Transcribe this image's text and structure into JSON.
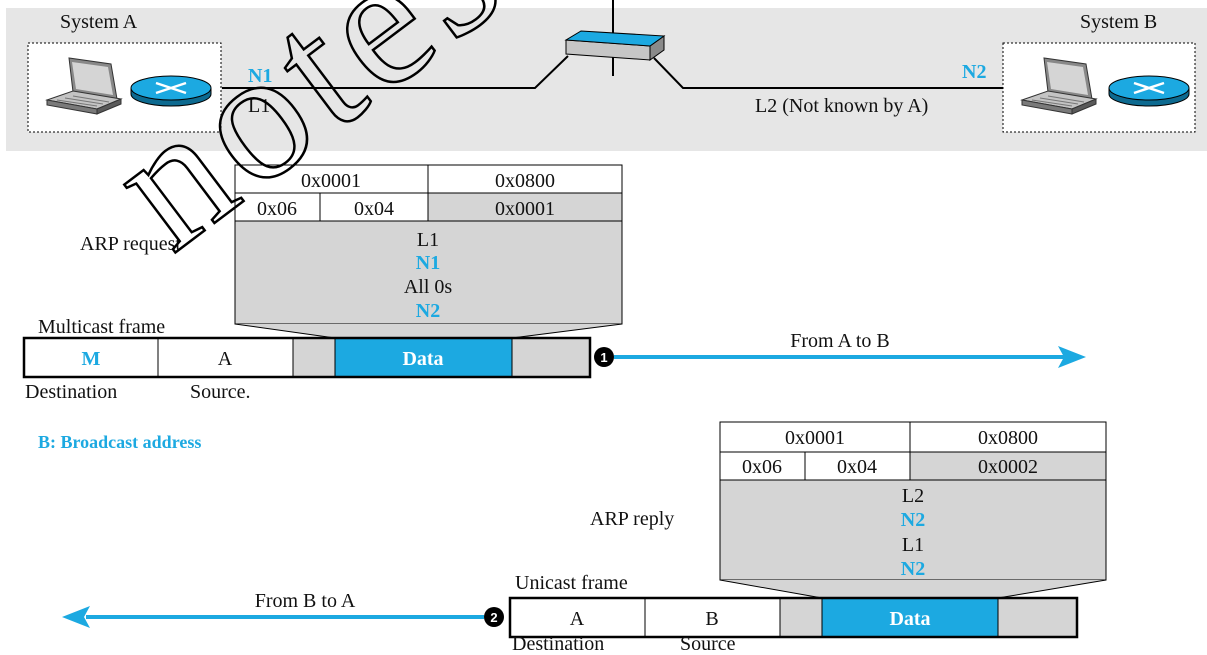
{
  "colors": {
    "accent": "#1ca9e1",
    "cell_gray": "#d5d5d5",
    "band_gray": "#e6e6e6"
  },
  "icons": {
    "laptop": "laptop-icon",
    "router": "router-icon",
    "switch": "switch-icon"
  },
  "network": {
    "system_a": "System A",
    "system_b": "System B",
    "n1": "N1",
    "l1": "L1",
    "n2": "N2",
    "l2": "L2 (Not known by A)"
  },
  "watermark": "notes",
  "request": {
    "label": "ARP request",
    "packet": {
      "hardware_type": "0x0001",
      "protocol_type": "0x0800",
      "hardware_length": "0x06",
      "protocol_length": "0x04",
      "operation": "0x0001",
      "fields": [
        "L1",
        "N1",
        "All 0s",
        "N2"
      ]
    },
    "frame": {
      "label": "Multicast frame",
      "destination": "M",
      "source": "A",
      "data": "Data",
      "destination_caption": "Destination",
      "source_caption": "Source."
    },
    "step": "1",
    "direction": "From A to B"
  },
  "legend_note": "B: Broadcast address",
  "reply": {
    "label": "ARP reply",
    "packet": {
      "hardware_type": "0x0001",
      "protocol_type": "0x0800",
      "hardware_length": "0x06",
      "protocol_length": "0x04",
      "operation": "0x0002",
      "fields": [
        "L2",
        "N2",
        "L1",
        "N2"
      ]
    },
    "frame": {
      "label": "Unicast frame",
      "destination": "A",
      "source": "B",
      "data": "Data",
      "destination_caption": "Destination",
      "source_caption": "Source"
    },
    "step": "2",
    "direction": "From B to A"
  }
}
